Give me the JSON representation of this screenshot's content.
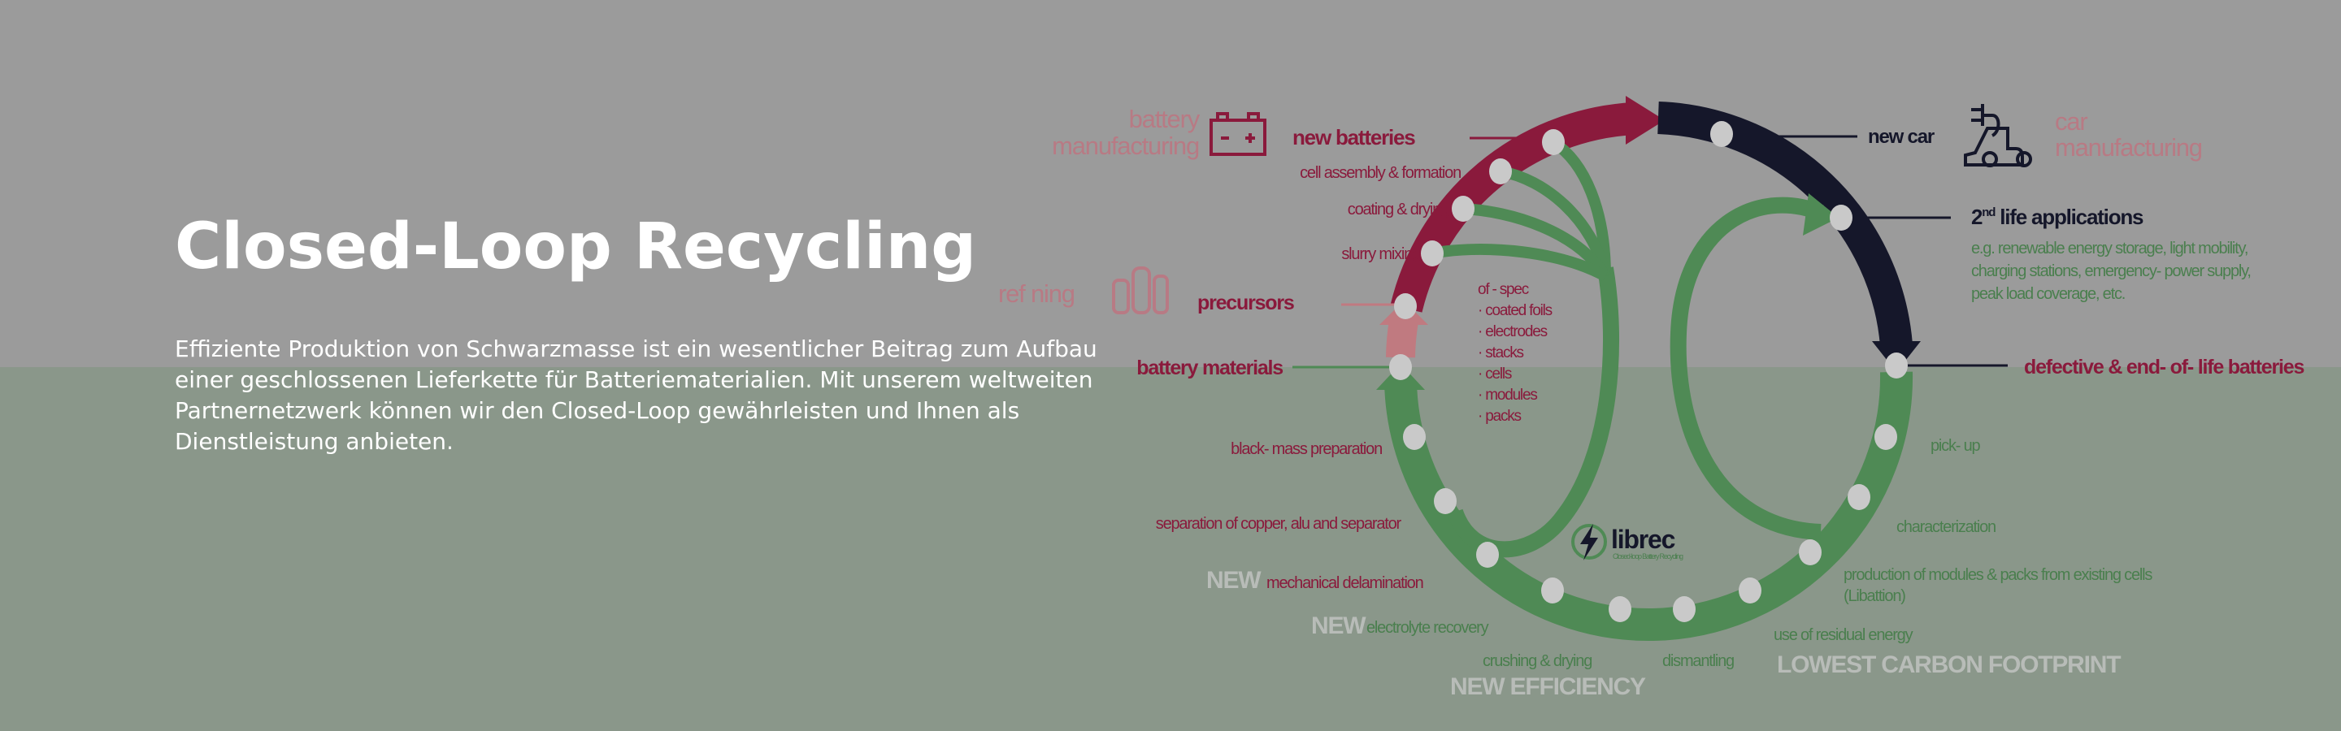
{
  "hero": {
    "title": "Closed-Loop Recycling",
    "paragraph_lines": [
      "Effiziente Produktion von Schwarzmasse ist ein wesentlicher Beitrag zum Aufbau",
      "einer geschlossenen Lieferkette für Batteriematerialien. Mit unserem weltweiten",
      "Partnernetzwerk können wir den Closed-Loop gewährleisten und Ihnen als",
      "Dienstleistung anbieten."
    ]
  },
  "diagram": {
    "battery_manufacturing": [
      "battery",
      "manufacturing"
    ],
    "refining": "ref ning",
    "car_manufacturing": [
      "car",
      "manufacturing"
    ],
    "new_batteries": "new batteries",
    "cell_assembly": "cell assembly & formation",
    "coating": "coating & drying",
    "slurry": "slurry mixing",
    "precursors": "precursors",
    "battery_materials": "battery materials",
    "off_spec": [
      "of - spec",
      "· coated foils",
      "· electrodes",
      "· stacks",
      "· cells",
      "· modules",
      "· packs"
    ],
    "new_car": "new car",
    "second_life": {
      "num": "2",
      "sup": "nd",
      "label": " life applications"
    },
    "second_life_examples": [
      "e.g. renewable energy storage, light mobility,",
      "charging stations, emergency- power supply,",
      "peak load coverage, etc."
    ],
    "defective": "defective & end- of- life batteries",
    "pick_up": "pick- up",
    "characterization": "characterization",
    "production": [
      "production of modules & packs from existing cells",
      "(Libattion)"
    ],
    "residual_energy": "use of residual energy",
    "lowest_carbon": "LOWEST CARBON FOOTPRINT",
    "dismantling": "dismantling",
    "crushing": "crushing & drying",
    "new_efficiency": "NEW EFFICIENCY",
    "electrolyte": "electrolyte recovery",
    "new_tag": "NEW",
    "delamination": "mechanical delamination",
    "separation": "separation of copper, alu and separator",
    "black_mass": "black- mass preparation",
    "logo": {
      "name": "librec",
      "tagline": "Closed-loop Battery Recycling"
    }
  },
  "colors": {
    "manufacturing_red": "#8a1a3c",
    "use_navy": "#15172a",
    "recycling_green": "#4f8a55",
    "refining_pink": "#c07a80"
  }
}
